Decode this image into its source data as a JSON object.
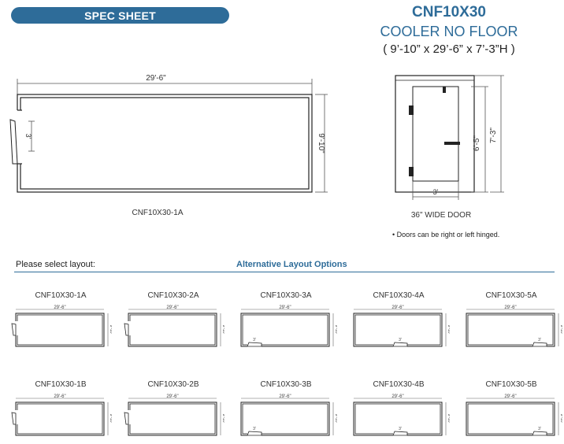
{
  "banner": {
    "label": "SPEC SHEET"
  },
  "header": {
    "model": "CNF10X30",
    "description": "COOLER NO FLOOR",
    "dimensions": "( 9’-10” x 29’-6” x 7’-3”H )"
  },
  "plan": {
    "width_label": "29'-6\"",
    "depth_label": "9'-10\"",
    "door_label": "3'",
    "caption": "CNF10X30-1A"
  },
  "elevation": {
    "door_height_label": "6'-5\"",
    "total_height_label": "7'-3\"",
    "door_width_label": "3'",
    "caption": "36\" WIDE DOOR",
    "note": "Doors can be right or left hinged."
  },
  "layouts": {
    "select_label": "Please select layout:",
    "alt_label": "Alternative Layout Options",
    "width_label": "29'-6\"",
    "depth_label": "9'-10\"",
    "door_label": "3'",
    "options": [
      "CNF10X30-1A",
      "CNF10X30-2A",
      "CNF10X30-3A",
      "CNF10X30-4A",
      "CNF10X30-5A",
      "CNF10X30-1B",
      "CNF10X30-2B",
      "CNF10X30-3B",
      "CNF10X30-4B",
      "CNF10X30-5B"
    ]
  }
}
